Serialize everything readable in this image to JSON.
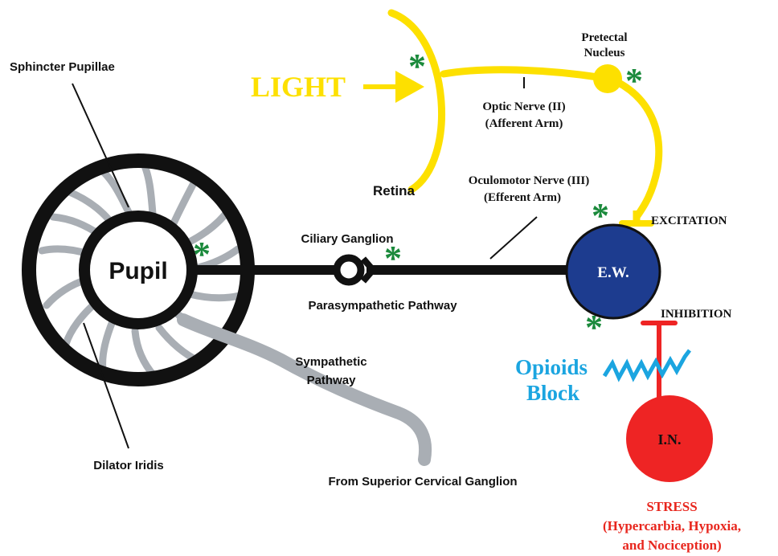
{
  "labels": {
    "sphincter_pupillae": "Sphincter Pupillae",
    "light": "LIGHT",
    "pretectal_line1": "Pretectal",
    "pretectal_line2": "Nucleus",
    "optic_line1": "Optic Nerve (II)",
    "optic_line2": "(Afferent Arm)",
    "retina": "Retina",
    "oculomotor_line1": "Oculomotor Nerve  (III)",
    "oculomotor_line2": "(Efferent Arm)",
    "excitation": "EXCITATION",
    "ciliary_ganglion": "Ciliary Ganglion",
    "pupil": "Pupil",
    "ew": "E.W.",
    "parasympathetic": "Parasympathetic Pathway",
    "inhibition": "INHIBITION",
    "sympathetic_line1": "Sympathetic",
    "sympathetic_line2": "Pathway",
    "opioids_line1": "Opioids",
    "opioids_line2": "Block",
    "in": "I.N.",
    "dilator_iridis": "Dilator Iridis",
    "superior_cervical": "From Superior Cervical Ganglion",
    "stress_line1": "STRESS",
    "stress_line2": "(Hypercarbia, Hypoxia,",
    "stress_line3": "and Nociception)",
    "asterisk": "*"
  },
  "colors": {
    "yellow": "#fde000",
    "blue_node": "#1d3c8f",
    "red_node": "#ee2424",
    "red_text": "#e8261d",
    "cyan_text": "#1ba5e0",
    "green_asterisk": "#1b8a3c",
    "gray_pathway": "#a9aeb4",
    "black": "#111111"
  }
}
